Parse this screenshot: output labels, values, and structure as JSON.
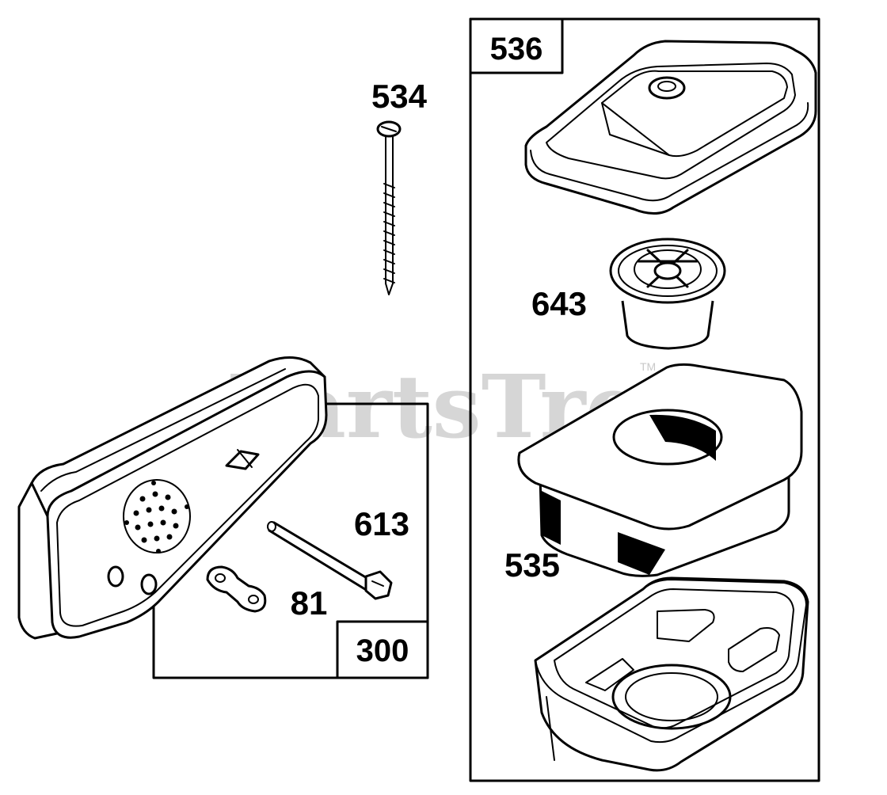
{
  "watermark": {
    "text": "PartsTree",
    "tm": "TM"
  },
  "parts": {
    "p534": "534",
    "p643": "643",
    "p613": "613",
    "p81": "81",
    "p535": "535"
  },
  "boxes": {
    "b536": "536",
    "b300": "300"
  },
  "colors": {
    "line": "#000000",
    "background": "#ffffff",
    "watermark": "#c9c9c9"
  }
}
